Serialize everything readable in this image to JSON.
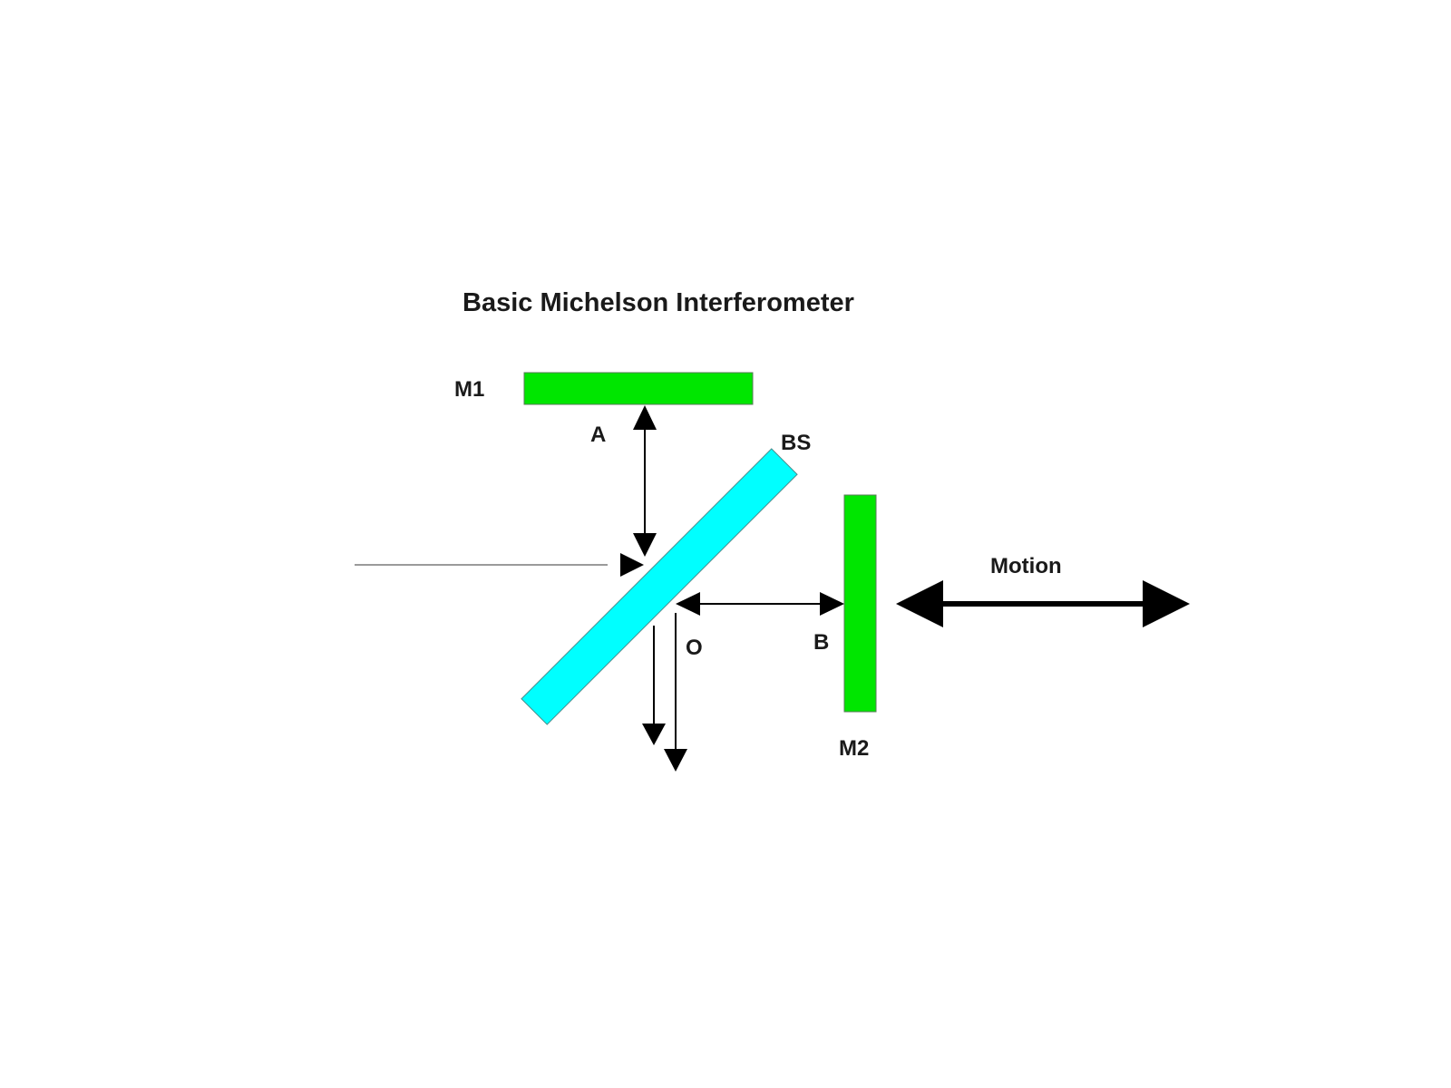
{
  "title": "Basic Michelson Interferometer",
  "labels": {
    "m1": "M1",
    "m2": "M2",
    "bs": "BS",
    "a": "A",
    "b": "B",
    "o": "O",
    "motion": "Motion"
  },
  "colors": {
    "mirror": "#00e600",
    "beam_splitter": "#00ffff",
    "beam": "#000000",
    "input_beam": "#9a9a9a",
    "motion_arrow": "#000000"
  }
}
